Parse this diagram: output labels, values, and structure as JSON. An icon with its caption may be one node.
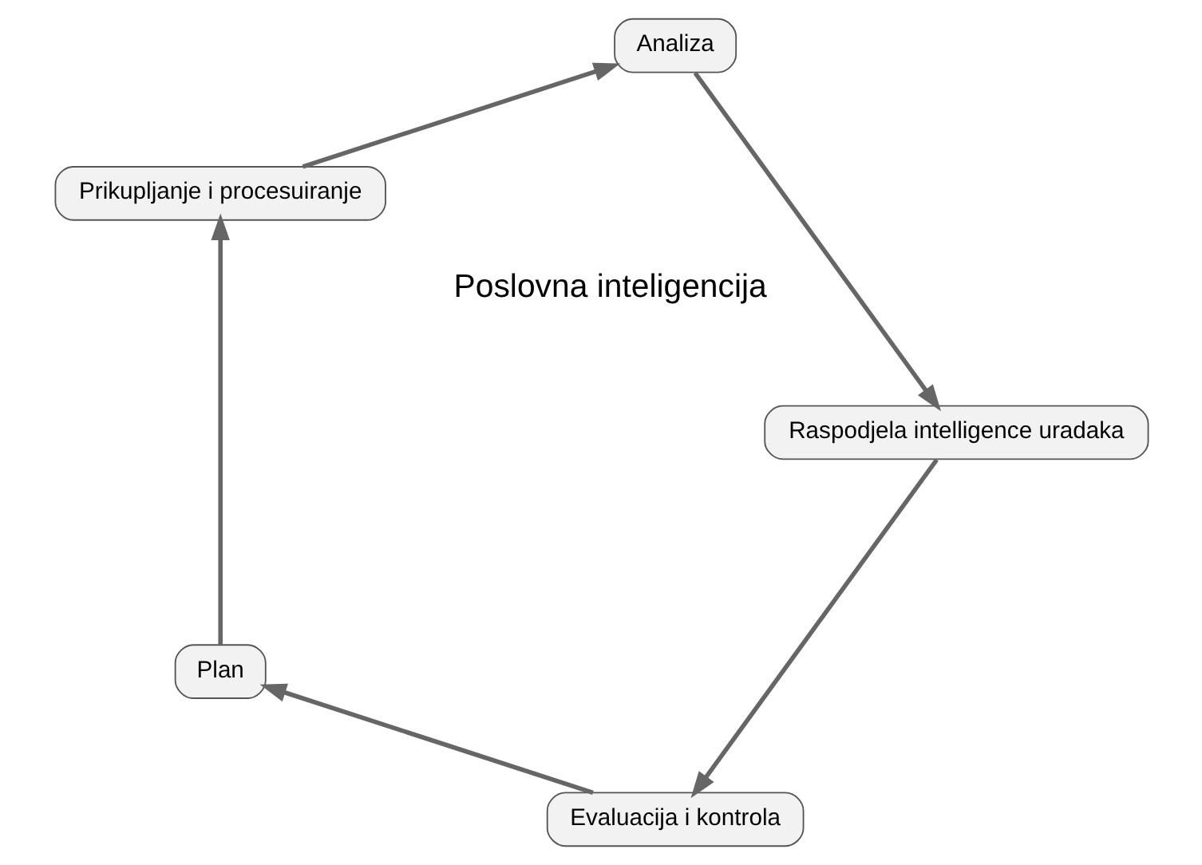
{
  "diagram": {
    "nodes": [
      {
        "text": [
          "Evaluacija i kontrola"
        ]
      },
      {
        "text": [
          "Plan"
        ]
      },
      {
        "text": [
          "Raspodjela intelligence uradaka"
        ]
      },
      {
        "text": [
          "Prikupljanje i procesuiranje"
        ]
      },
      {
        "text": [
          "Analiza"
        ]
      }
    ],
    "edges": [
      {
        "from": 0,
        "to": 1,
        "arrow": "to"
      },
      {
        "from": 1,
        "to": 3,
        "arrow": "to"
      },
      {
        "from": 3,
        "to": 4,
        "arrow": "to"
      },
      {
        "from": 4,
        "to": 2,
        "arrow": "to"
      },
      {
        "from": 2,
        "to": 0,
        "arrow": "to"
      }
    ],
    "labels": [
      "Poslovna inteligencija"
    ]
  }
}
